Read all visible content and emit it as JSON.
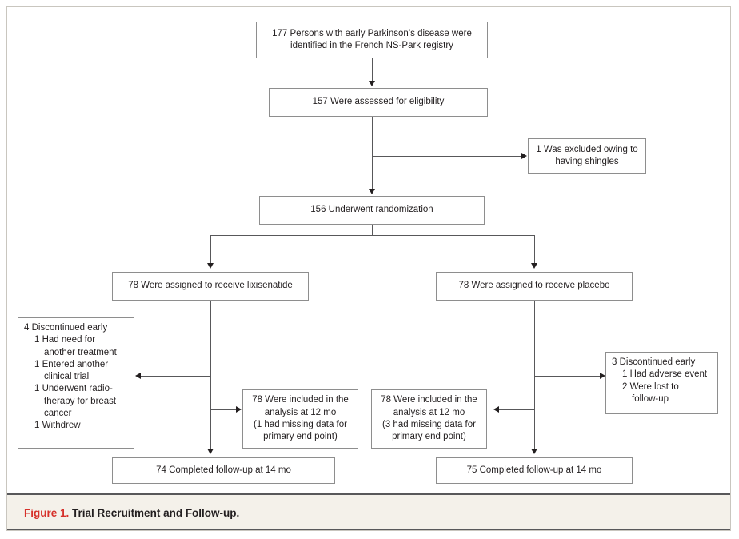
{
  "figure": {
    "label": "Figure 1.",
    "title": "Trial Recruitment and Follow-up.",
    "accent_color": "#d6312b",
    "frame_color": "#c9c6bf",
    "box_border_color": "#8e8e8e",
    "connector_color": "#58585a",
    "caption_band_color": "#f4f1ea"
  },
  "chart_data": {
    "type": "diagram",
    "diagram_kind": "consort-flow",
    "title": "Trial Recruitment and Follow-up.",
    "nodes": [
      {
        "id": "identified",
        "count": 177,
        "text": "177 Persons with early Parkinson's disease were identified in the French NS-Park registry"
      },
      {
        "id": "assessed",
        "count": 157,
        "text": "157 Were assessed for eligibility"
      },
      {
        "id": "excluded",
        "count": 1,
        "text": "1 Was excluded owing to having shingles"
      },
      {
        "id": "randomized",
        "count": 156,
        "text": "156 Underwent randomization"
      },
      {
        "id": "assigned-lixisenatide",
        "count": 78,
        "text": "78 Were assigned to receive lixisenatide"
      },
      {
        "id": "assigned-placebo",
        "count": 78,
        "text": "78 Were assigned to receive placebo"
      },
      {
        "id": "discontinued-lixisenatide",
        "count": 4,
        "text": "4 Discontinued early"
      },
      {
        "id": "discontinued-placebo",
        "count": 3,
        "text": "3 Discontinued early"
      },
      {
        "id": "analysis-lixisenatide",
        "count": 78,
        "text": "78 Were included in the analysis at 12 mo (1 had missing data for primary end point)"
      },
      {
        "id": "analysis-placebo",
        "count": 78,
        "text": "78 Were included in the analysis at 12 mo (3 had missing data for primary end point)"
      },
      {
        "id": "completed-lixisenatide",
        "count": 74,
        "text": "74 Completed follow-up at 14 mo"
      },
      {
        "id": "completed-placebo",
        "count": 75,
        "text": "75 Completed follow-up at 14 mo"
      }
    ],
    "edges": [
      {
        "from": "identified",
        "to": "assessed"
      },
      {
        "from": "assessed",
        "to": "randomized"
      },
      {
        "from": "assessed",
        "to": "excluded"
      },
      {
        "from": "randomized",
        "to": "assigned-lixisenatide"
      },
      {
        "from": "randomized",
        "to": "assigned-placebo"
      },
      {
        "from": "assigned-lixisenatide",
        "to": "discontinued-lixisenatide"
      },
      {
        "from": "assigned-lixisenatide",
        "to": "analysis-lixisenatide"
      },
      {
        "from": "assigned-lixisenatide",
        "to": "completed-lixisenatide"
      },
      {
        "from": "assigned-placebo",
        "to": "discontinued-placebo"
      },
      {
        "from": "assigned-placebo",
        "to": "analysis-placebo"
      },
      {
        "from": "assigned-placebo",
        "to": "completed-placebo"
      }
    ]
  },
  "boxes": {
    "identified": {
      "line1": "177 Persons with early Parkinson’s disease were",
      "line2": "identified in the French NS-Park registry"
    },
    "assessed": {
      "line1": "157 Were assessed for eligibility"
    },
    "excluded": {
      "line1": "1 Was excluded owing to",
      "line2": "having shingles"
    },
    "randomized": {
      "line1": "156 Underwent randomization"
    },
    "assigned_lixisenatide": {
      "line1": "78 Were assigned to receive lixisenatide"
    },
    "assigned_placebo": {
      "line1": "78 Were assigned to receive placebo"
    },
    "discontinued_lixisenatide": {
      "heading": "4 Discontinued early",
      "items": [
        {
          "line1": "1 Had need for",
          "line2": "another treatment"
        },
        {
          "line1": "1 Entered another",
          "line2": "clinical trial"
        },
        {
          "line1": "1 Underwent radio-",
          "line2": "therapy for breast",
          "line3": "cancer"
        },
        {
          "line1": "1 Withdrew",
          "line2": "",
          "line3": ""
        }
      ]
    },
    "discontinued_placebo": {
      "heading": "3 Discontinued early",
      "items": [
        {
          "line1": "1 Had adverse event",
          "line2": ""
        },
        {
          "line1": "2 Were lost to",
          "line2": "follow-up"
        }
      ]
    },
    "analysis_lixisenatide": {
      "line1": "78 Were included in the",
      "line2": "analysis at 12 mo",
      "line3": "(1 had missing data for",
      "line4": "primary end point)"
    },
    "analysis_placebo": {
      "line1": "78 Were included in the",
      "line2": "analysis at 12 mo",
      "line3": "(3 had missing data for",
      "line4": "primary end point)"
    },
    "completed_lixisenatide": {
      "line1": "74 Completed follow-up at 14 mo"
    },
    "completed_placebo": {
      "line1": "75 Completed follow-up at 14 mo"
    }
  }
}
